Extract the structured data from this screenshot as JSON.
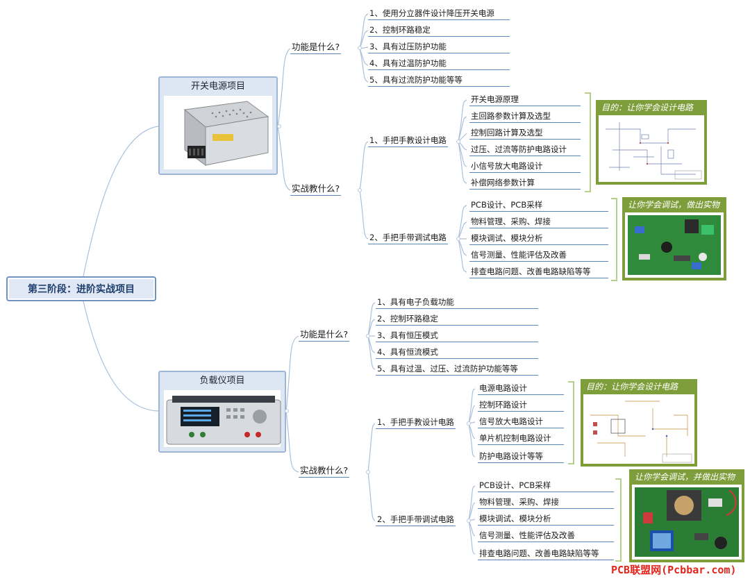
{
  "root": "第三阶段：进阶实战项目",
  "project1": {
    "title": "开关电源项目",
    "function_heading": "功能是什么?",
    "function_items": [
      "1、使用分立器件设计降压开关电源",
      "2、控制环路稳定",
      "3、具有过压防护功能",
      "4、具有过温防护功能",
      "5、具有过流防护功能等等"
    ],
    "practice_heading": "实战教什么?",
    "design_heading": "1、手把手教设计电路",
    "design_items": [
      "开关电源原理",
      "主回路参数计算及选型",
      "控制回路计算及选型",
      "过压、过流等防护电路设计",
      "小信号放大电路设计",
      "补偿网络参数计算"
    ],
    "design_callout": "目的：让你学会设计电路",
    "debug_heading": "2、手把手带调试电路",
    "debug_items": [
      "PCB设计、PCB采样",
      "物料管理、采购、焊接",
      "模块调试、模块分析",
      "信号测量、性能评估及改善",
      "排查电路问题、改善电路缺陷等等"
    ],
    "debug_callout": "让你学会调试，做出实物"
  },
  "project2": {
    "title": "负载仪项目",
    "function_heading": "功能是什么?",
    "function_items": [
      "1、具有电子负载功能",
      "2、控制环路稳定",
      "3、具有恒压模式",
      "4、具有恒流模式",
      "5、具有过温、过压、过流防护功能等等"
    ],
    "practice_heading": "实战教什么?",
    "design_heading": "1、手把手教设计电路",
    "design_items": [
      "电源电路设计",
      "控制环路设计",
      "信号放大电路设计",
      "单片机控制电路设计",
      "防护电路设计等等"
    ],
    "design_callout": "目的：让你学会设计电路",
    "debug_heading": "2、手把手带调试电路",
    "debug_items": [
      "PCB设计、PCB采样",
      "物料管理、采购、焊接",
      "模块调试、模块分析",
      "信号测量、性能评估及改善",
      "排查电路问题、改善电路缺陷等等"
    ],
    "debug_callout": "让你学会调试，并做出实物"
  },
  "watermark": "PCB联盟网(Pcbbar.com)"
}
